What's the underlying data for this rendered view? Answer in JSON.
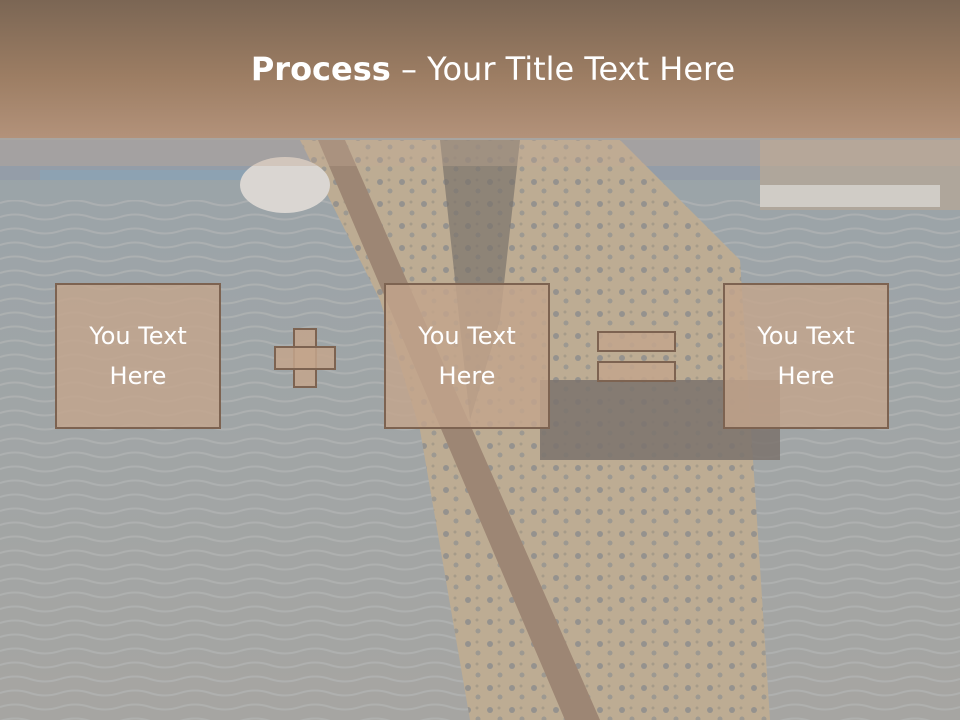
{
  "title": {
    "bold": "Process",
    "rest": " – Your Title Text Here"
  },
  "boxes": [
    {
      "label": "You Text Here"
    },
    {
      "label": "You Text Here"
    },
    {
      "label": "You Text Here"
    }
  ],
  "operators": [
    "plus-icon",
    "equals-icon"
  ],
  "colors": {
    "title_bar": "#9c7d63",
    "box_fill": "#c3a58c",
    "box_border": "#7d6351",
    "text": "#ffffff"
  }
}
